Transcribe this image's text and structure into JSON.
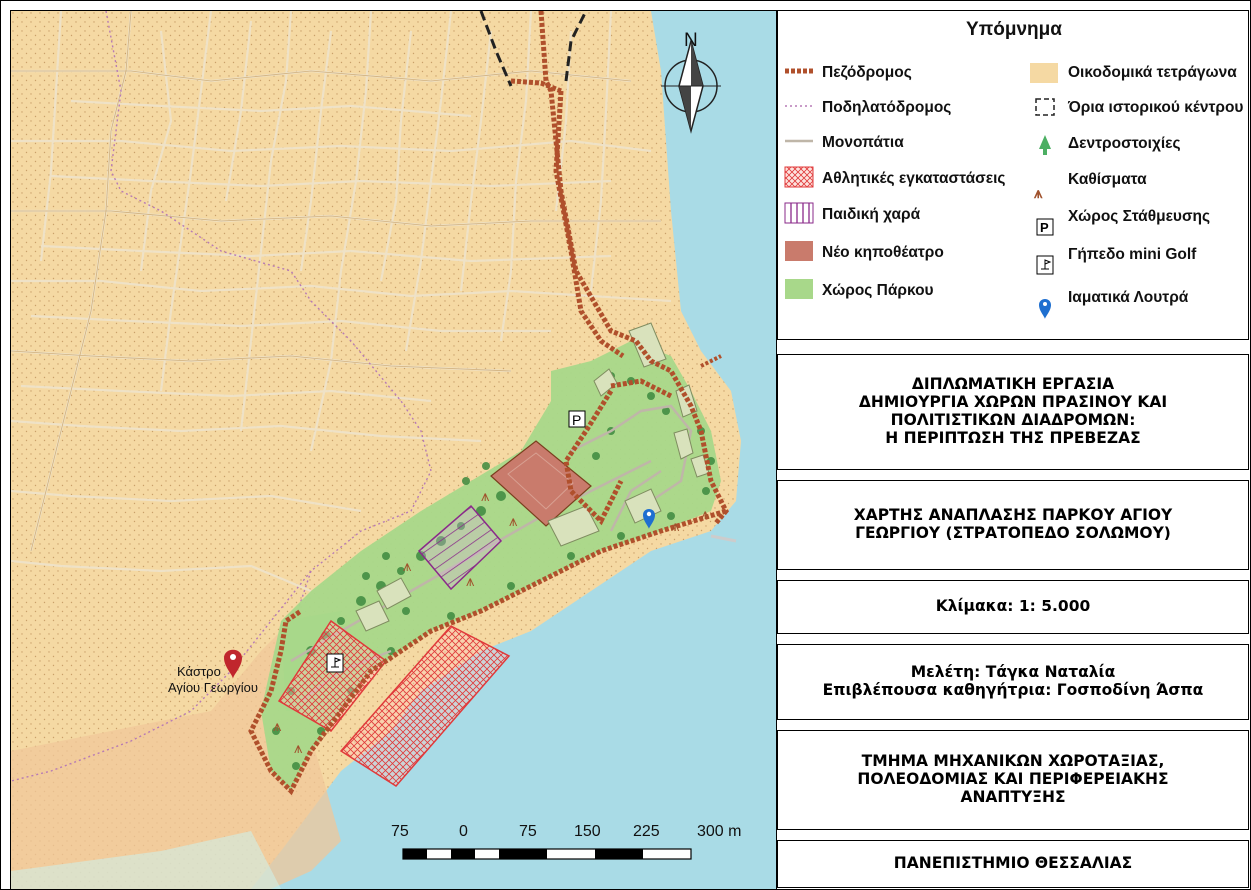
{
  "map": {
    "north_label": "N",
    "castle_label_line1": "Κάστρο",
    "castle_label_line2": "Αγίου Γεωργίου",
    "parking_symbol": "P",
    "scale_bar": {
      "ticks": [
        "75",
        "0",
        "75",
        "150",
        "225",
        "300 m"
      ]
    },
    "colors": {
      "sea": "#a9dbe6",
      "blocks": "#f3d9a8",
      "land_dots": "#d8b87a",
      "park": "#a8d88a",
      "pedestrian": "#b0502c",
      "amphitheatre": "#c97b6c",
      "sports": "#e0393a",
      "playground": "#8a2a8a"
    }
  },
  "legend": {
    "title": "Υπόμνημα",
    "left_items": [
      {
        "label": "Πεζόδρομος",
        "icon": "pedestrian-line"
      },
      {
        "label": "Ποδηλατόδρομος",
        "icon": "bike-lane-line"
      },
      {
        "label": "Μονοπάτια",
        "icon": "path-line"
      },
      {
        "label": "Αθλητικές εγκαταστάσεις",
        "icon": "sports-hatch"
      },
      {
        "label": "Παιδική χαρά",
        "icon": "playground-hatch"
      },
      {
        "label": "Νέο κηποθέατρο",
        "icon": "amphitheatre-fill"
      },
      {
        "label": "Χώρος Πάρκου",
        "icon": "park-fill"
      }
    ],
    "right_items": [
      {
        "label": "Οικοδομικά τετράγωνα",
        "icon": "block-fill"
      },
      {
        "label": "Όρια ιστορικού κέντρου",
        "icon": "historic-boundary"
      },
      {
        "label": "Δεντροστοιχίες",
        "icon": "tree-icon"
      },
      {
        "label": "Καθίσματα",
        "icon": "bench-icon"
      },
      {
        "label": "Χώρος Στάθμευσης",
        "icon": "parking-icon"
      },
      {
        "label": "Γήπεδο mini Golf",
        "icon": "golf-icon"
      },
      {
        "label": "Ιαματικά Λουτρά",
        "icon": "pin-icon"
      }
    ]
  },
  "boxes": {
    "thesis": [
      "ΔΙΠΛΩΜΑΤΙΚΗ ΕΡΓΑΣΙΑ",
      "ΔΗΜΙΟΥΡΓΙΑ ΧΩΡΩΝ ΠΡΑΣΙΝΟΥ ΚΑΙ",
      "ΠΟΛΙΤΙΣΤΙΚΩΝ ΔΙΑΔΡΟΜΩΝ:",
      "Η ΠΕΡΙΠΤΩΣΗ ΤΗΣ ΠΡΕΒΕΖΑΣ"
    ],
    "map_title": [
      "ΧΑΡΤΗΣ ΑΝΑΠΛΑΣΗΣ ΠΑΡΚΟΥ ΑΓΙΟΥ",
      "ΓΕΩΡΓΙΟΥ (ΣΤΡΑΤΟΠΕΔΟ ΣΟΛΩΜΟΥ)"
    ],
    "scale": "Κλίμακα: 1: 5.000",
    "study": [
      "Μελέτη: Τάγκα Ναταλία",
      "Επιβλέπουσα καθηγήτρια: Γοσποδίνη Άσπα"
    ],
    "department": [
      "ΤΜΗΜΑ ΜΗΧΑΝΙΚΩΝ ΧΩΡΟΤΑΞΙΑΣ,",
      "ΠΟΛΕΟΔΟΜΙΑΣ ΚΑΙ ΠΕΡΙΦΕΡΕΙΑΚΗΣ",
      "ΑΝΑΠΤΥΞΗΣ"
    ],
    "university": "ΠΑΝΕΠΙΣΤΗΜΙΟ ΘΕΣΣΑΛΙΑΣ"
  }
}
